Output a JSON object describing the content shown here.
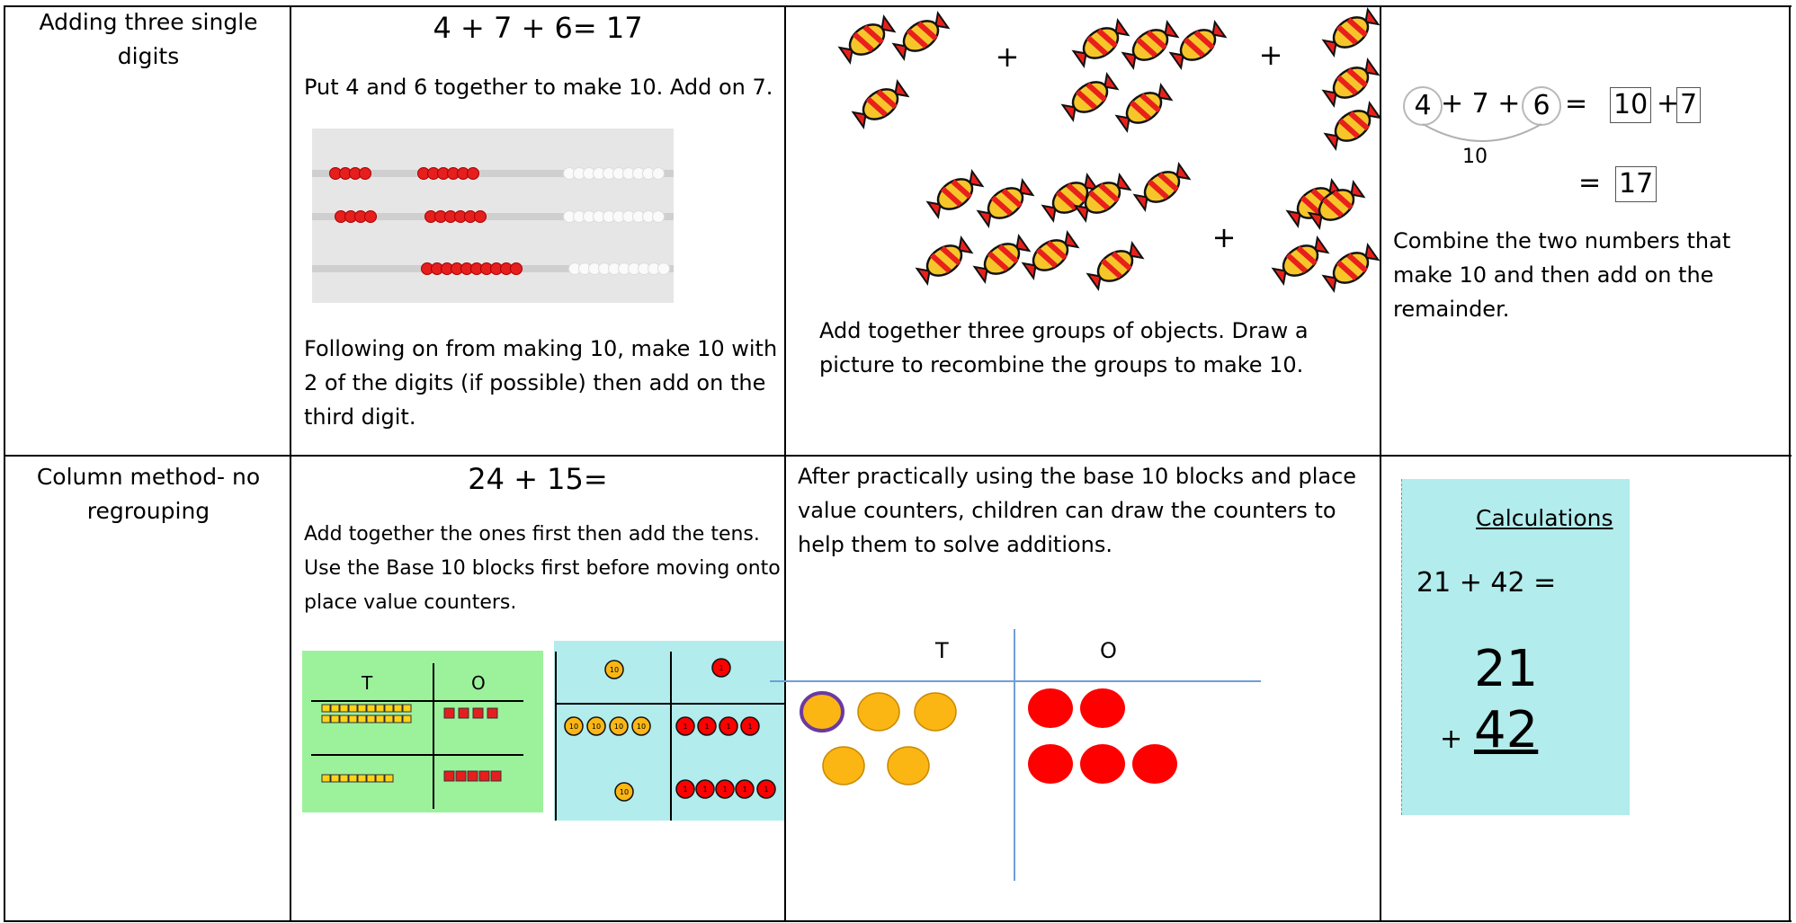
{
  "row1": {
    "heading": "Adding three single digits",
    "equation": "4 + 7 + 6= 17",
    "concrete_text_1": "Put 4 and 6 together to make 10. Add on 7.",
    "concrete_text_2": "Following on from making 10, make 10 with 2 of the digits (if possible) then add on the third digit.",
    "pictorial_plus_1": "+",
    "pictorial_plus_2": "+",
    "pictorial_plus_3": "+",
    "pictorial_text": "Add together three groups of objects. Draw a picture to recombine the groups to make 10.",
    "abstract": {
      "n1": "4",
      "op1": "+ 7 +",
      "n2": "6",
      "eq1": "=",
      "box1": "10",
      "op2": "+",
      "box2": "7",
      "under": "10",
      "eq2": "=",
      "box3": "17"
    },
    "abstract_text": "Combine the two numbers that make 10 and then add on the remainder."
  },
  "row2": {
    "heading": "Column method- no regrouping",
    "equation": "24 + 15=",
    "concrete_text": "Add together the ones first then add the tens. Use the Base 10 blocks first before moving onto place value counters.",
    "green_board": {
      "t": "T",
      "o": "O"
    },
    "counter_labels": {
      "ten": "10",
      "one": "1"
    },
    "pictorial_text": "After practically using the base 10 blocks and place value counters, children can draw the counters to help them to solve additions.",
    "pictorial_board": {
      "t": "T",
      "o": "O"
    },
    "abstract": {
      "title": "Calculations",
      "sum": "21 + 42 =",
      "top": "21",
      "plus": "+",
      "bottom": "42"
    }
  },
  "colors": {
    "green_board": "#9cf29b",
    "cyan_board": "#b2ecec",
    "counter_yellow": "#fbb614",
    "counter_red": "#ff0000",
    "sweet_red": "#e8201c",
    "sweet_yellow": "#f6c52a"
  }
}
